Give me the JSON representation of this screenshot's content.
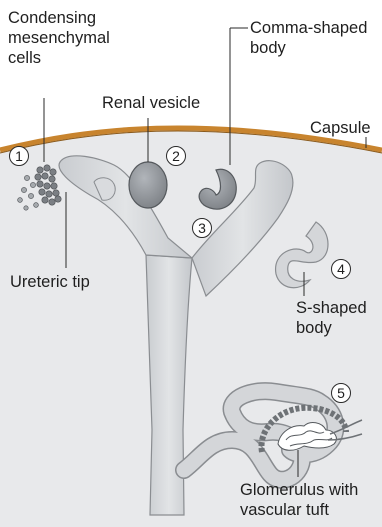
{
  "labels": {
    "condensing": "Condensing\nmesenchymal\ncells",
    "renal_vesicle": "Renal vesicle",
    "comma": "Comma-shaped\nbody",
    "capsule": "Capsule",
    "ureteric_tip": "Ureteric tip",
    "s_shaped": "S-shaped\nbody",
    "glomerulus": "Glomerulus with\nvascular tuft"
  },
  "stages": [
    "1",
    "2",
    "3",
    "4",
    "5"
  ],
  "colors": {
    "capsule": "#c8842e",
    "tissue_fill": "#e8e9eb",
    "tubule_fill": "#d4d6d9",
    "tubule_stroke": "#8a8d91",
    "vesicle_fill": "#8e9297",
    "cells": "#7b7f84"
  }
}
